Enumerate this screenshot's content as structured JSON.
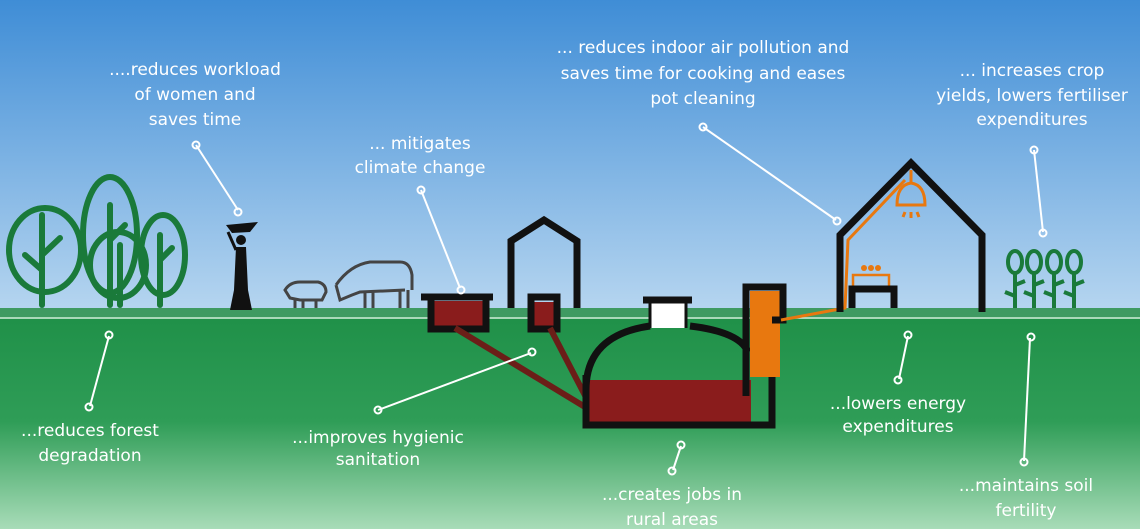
{
  "colors": {
    "sky_top": "#3f8dd6",
    "sky_bottom": "#b7d6f0",
    "ground_top": "#1f9048",
    "ground_bottom": "#a8dcb8",
    "slurry": "#8a1c1c",
    "gas_pipe": "#e8780f",
    "outline": "#111111",
    "plants": "#1a7a3a",
    "text": "#ffffff"
  },
  "labels": {
    "workload": [
      "....reduces workload",
      "of women and",
      "saves time"
    ],
    "climate": [
      "... mitigates",
      "climate change"
    ],
    "air_pollution": [
      "... reduces indoor air pollution and",
      "saves time for cooking and eases",
      "pot cleaning"
    ],
    "crop_yields": [
      "... increases crop",
      "yields, lowers fertiliser",
      "expenditures"
    ],
    "forest": [
      "...reduces forest",
      "degradation"
    ],
    "hygiene": [
      "...improves hygienic",
      "sanitation"
    ],
    "energy": [
      "...lowers energy",
      "expenditures"
    ],
    "jobs": [
      "...creates jobs in",
      "rural areas"
    ],
    "soil": [
      "...maintains soil",
      "fertility"
    ]
  },
  "icons": [
    "tree-icon",
    "woman-carrying-firewood-icon",
    "cow-icon",
    "calf-icon",
    "stable-icon",
    "biogas-digester-icon",
    "house-icon",
    "lamp-icon",
    "gas-stove-icon",
    "crop-plant-icon"
  ]
}
